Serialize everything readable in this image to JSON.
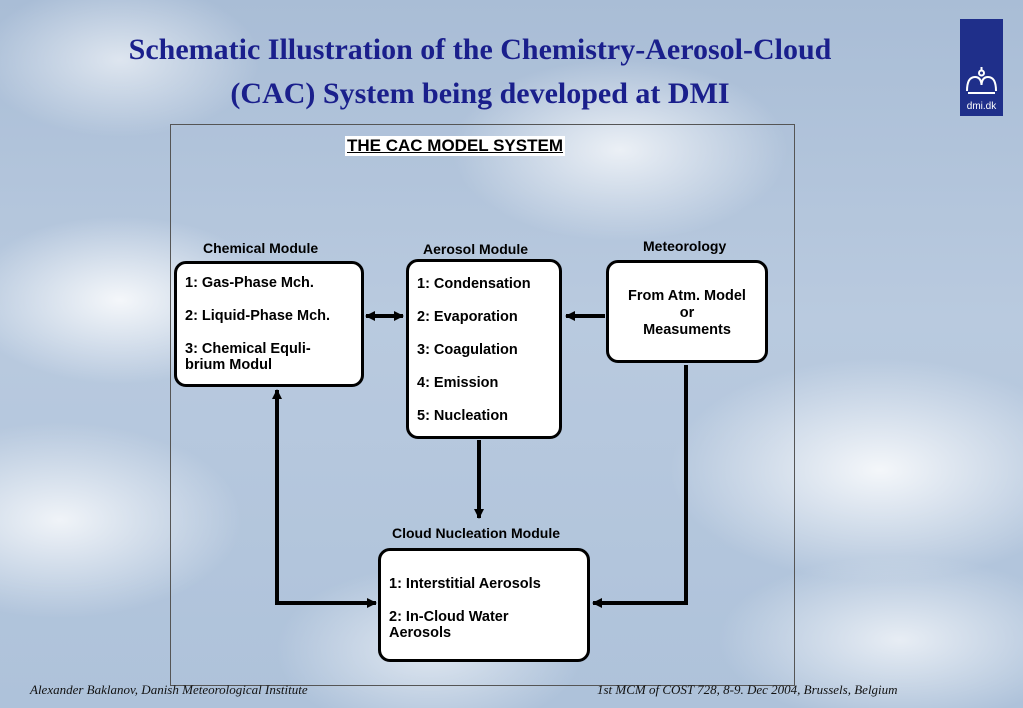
{
  "slide": {
    "title": "Schematic Illustration of the Chemistry-Aerosol-Cloud\n(CAC) System being developed at DMI",
    "logo_text": "dmi.dk"
  },
  "diagram": {
    "title": "THE CAC MODEL SYSTEM",
    "chemical": {
      "label": "Chemical Module",
      "items": [
        "1: Gas-Phase Mch.",
        "2: Liquid-Phase Mch.",
        "3: Chemical Equli-\n    brium Modul"
      ]
    },
    "aerosol": {
      "label": "Aerosol Module",
      "items": [
        "1: Condensation",
        "2: Evaporation",
        "3: Coagulation",
        "4: Emission",
        "5: Nucleation"
      ]
    },
    "meteorology": {
      "label": "Meteorology",
      "items": [
        "From Atm. Model",
        "or",
        "Measuments"
      ]
    },
    "cloud": {
      "label": "Cloud Nucleation Module",
      "items": [
        "1: Interstitial Aerosols",
        "2: In-Cloud Water\n    Aerosols"
      ]
    }
  },
  "footer": {
    "left": "Alexander Baklanov, Danish Meteorological Institute",
    "right": "1st MCM of COST 728, 8-9. Dec 2004, Brussels, Belgium"
  },
  "colors": {
    "title": "#1a1f8c",
    "logo_bg": "#1f2f8a"
  }
}
